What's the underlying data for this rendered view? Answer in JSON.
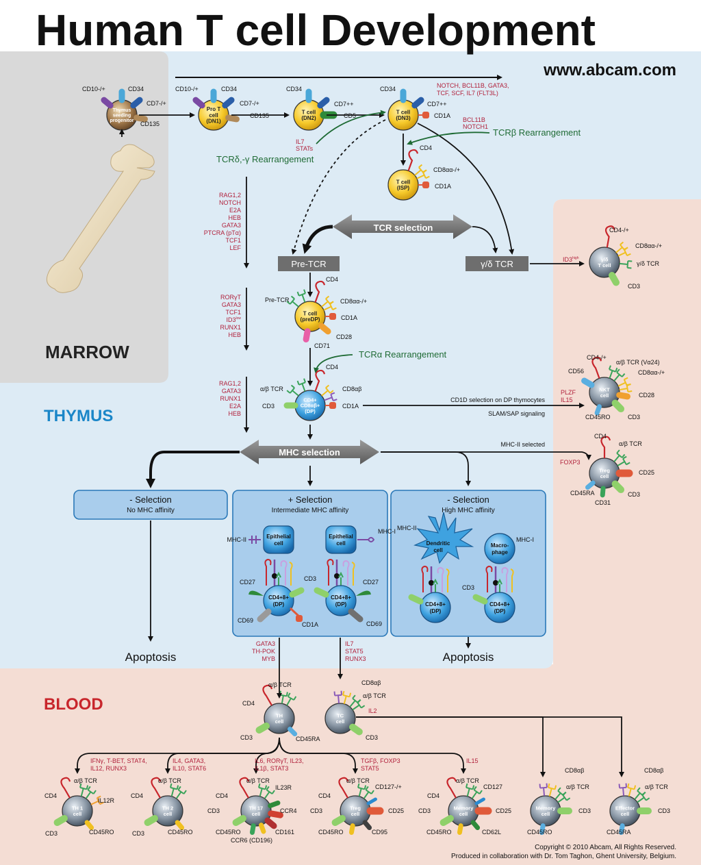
{
  "title": "Human T cell Development",
  "url": "www.abcam.com",
  "regions": {
    "marrow": "MARROW",
    "thymus": "THYMUS",
    "blood": "BLOOD"
  },
  "colors": {
    "thymus_bg": "#ddebf5",
    "blood_bg": "#f4ddd4",
    "marrow_bg": "#d9d9d9",
    "title": "#111111",
    "region_thymus": "#1a86c8",
    "region_blood": "#c8262c",
    "factor_text": "#b01f3a",
    "rearrangement": "#1f6b35",
    "pale_blue": "#a9cdec",
    "gray_box": "#6e6e6e"
  },
  "top_arrow_factors": [
    "NOTCH, BCL11B, GATA3,",
    "TCF, SCF, IL7 (FLT3L)"
  ],
  "cells": {
    "tsp": {
      "lines": [
        "Thymus",
        "seeding",
        "progenitor"
      ],
      "m1": "CD10-/+",
      "m2": "CD34",
      "m3": "CD7-/+",
      "m4": "CD135"
    },
    "dn1": {
      "lines": [
        "Pro T",
        "cell",
        "(DN1)"
      ],
      "m1": "CD10-/+",
      "m2": "CD34",
      "m3": "CD7-/+",
      "m4": "CD135"
    },
    "dn2": {
      "lines": [
        "T cell",
        "(DN2)"
      ],
      "m1": "CD34",
      "m2": "CD7++",
      "m3": "CD5"
    },
    "dn3": {
      "lines": [
        "T cell",
        "(DN3)"
      ],
      "m1": "CD34",
      "m2": "CD7++",
      "m3": "CD1A"
    },
    "isp": {
      "lines": [
        "T cell",
        "(ISP)"
      ],
      "m1": "CD4",
      "m2": "CD8αα-/+",
      "m3": "CD1A"
    },
    "predp": {
      "lines": [
        "T cell",
        "(preDP)"
      ],
      "m1": "CD4",
      "m2": "CD8αα-/+",
      "m3": "CD1A",
      "m4": "CD28",
      "m5": "CD71",
      "m6": "Pre-TCR"
    },
    "dp": {
      "lines": [
        "CD4+",
        "CD8αβ+",
        "(DP)"
      ],
      "m1": "CD4",
      "m2": "CD8αβ",
      "m3": "CD1A",
      "m4": "α/β TCR",
      "m5": "CD3"
    },
    "gd": {
      "lines": [
        "γ/δ",
        "T cell"
      ],
      "m1": "CD4-/+",
      "m2": "CD8αα-/+",
      "m3": "γ/δ TCR",
      "m4": "CD3"
    },
    "nkt": {
      "lines": [
        "NKT",
        "cell"
      ],
      "m1": "CD4-/+",
      "m2": "α/β TCR (Vα24)",
      "m3": "CD8αα-/+",
      "m4": "CD56",
      "m5": "CD28",
      "m6": "CD45RO",
      "m7": "CD3"
    },
    "treg_t": {
      "lines": [
        "Treg",
        "cell"
      ],
      "m1": "CD4",
      "m2": "α/β TCR",
      "m3": "CD25",
      "m4": "CD3",
      "m5": "CD45RA",
      "m6": "CD31"
    },
    "th": {
      "lines": [
        "TH",
        "cell"
      ],
      "m1": "α/β TCR",
      "m2": "CD4",
      "m3": "CD3",
      "m4": "CD45RA"
    },
    "tc": {
      "lines": [
        "TC",
        "cell"
      ],
      "m1": "CD8αβ",
      "m2": "α/β TCR",
      "m3": "CD3"
    },
    "th1": {
      "lines": [
        "TH 1",
        "cell"
      ],
      "m1": "α/β TCR",
      "m2": "CD4",
      "m3": "IL12R",
      "m4": "CD3",
      "m5": "CD45RO"
    },
    "th2": {
      "lines": [
        "TH 2",
        "cell"
      ],
      "m1": "α/β TCR",
      "m2": "CD4",
      "m3": "CD3",
      "m4": "CD45RO"
    },
    "th17": {
      "lines": [
        "TH 17",
        "cell"
      ],
      "m1": "α/β TCR",
      "m2": "IL23R",
      "m3": "CD4",
      "m4": "CD3",
      "m5": "CCR4",
      "m6": "CD45RO",
      "m7": "CD161",
      "m8": "CCR6 (CD196)"
    },
    "treg_b": {
      "lines": [
        "Treg",
        "cell"
      ],
      "m1": "α/β TCR",
      "m2": "CD127-/+",
      "m3": "CD4",
      "m4": "CD3",
      "m5": "CD25",
      "m6": "CD45RO",
      "m7": "CD95"
    },
    "mem4": {
      "lines": [
        "Memory",
        "cell"
      ],
      "m1": "α/β TCR",
      "m2": "CD127",
      "m3": "CD4",
      "m4": "CD3",
      "m5": "CD25",
      "m6": "CD45RO",
      "m7": "CD62L"
    },
    "mem8": {
      "lines": [
        "Memory",
        "cell"
      ],
      "m1": "CD8αβ",
      "m2": "α/β TCR",
      "m3": "CD3",
      "m4": "CD45RO"
    },
    "eff": {
      "lines": [
        "Effector",
        "cell"
      ],
      "m1": "CD8αβ",
      "m2": "α/β TCR",
      "m3": "CD3",
      "m4": "CD45RA"
    }
  },
  "factors": {
    "f1": [
      "RAG1,2",
      "NOTCH",
      "E2A",
      "HEB",
      "GATA3",
      "PTCRA (pTα)",
      "TCF1",
      "LEF"
    ],
    "f2": [
      "RORγT",
      "GATA3",
      "TCF1",
      "ID3",
      "RUNX1",
      "HEB"
    ],
    "f2_sup": "low",
    "f3": [
      "RAG1,2",
      "GATA3",
      "RUNX1",
      "E2A",
      "HEB"
    ],
    "il7stats": [
      "IL7",
      "STATs"
    ],
    "bcl": [
      "BCL11B",
      "NOTCH1"
    ],
    "id3h": "ID3",
    "id3h_sup": "high",
    "plzf": [
      "PLZF",
      "IL15"
    ],
    "foxp3": "FOXP3",
    "gata3": [
      "GATA3",
      "TH-POK",
      "MYB"
    ],
    "il7s": [
      "IL7",
      "STAT5",
      "RUNX3"
    ],
    "il2": "IL2",
    "b1": [
      "IFNγ, T-BET, STAT4,",
      "IL12, RUNX3"
    ],
    "b2": [
      "IL4, GATA3,",
      "IL10, STAT6"
    ],
    "b3": [
      "IL6, RORγT, IL23,",
      "IL1β, STAT3"
    ],
    "b4": [
      "TGFβ, FOXP3",
      "STAT5"
    ],
    "b5": "IL15"
  },
  "rearrangements": {
    "tcrdg": "TCRδ,-γ Rearrangement",
    "tcrb": "TCRβ Rearrangement",
    "tcra": "TCRα Rearrangement"
  },
  "labels": {
    "tcr_selection": "TCR selection",
    "pretcr": "Pre-TCR",
    "gdtcr": "γ/δ TCR",
    "mhc_selection": "MHC selection",
    "cd1d": "CD1D selection on DP thymocytes",
    "slam": "SLAM/SAP signaling",
    "mhc2sel": "MHC-II selected",
    "sel_neg1_t": "- Selection",
    "sel_neg1_s": "No MHC affinity",
    "sel_pos_t": "+ Selection",
    "sel_pos_s": "Intermediate MHC affinity",
    "sel_neg2_t": "- Selection",
    "sel_neg2_s": "High MHC affinity",
    "apoptosis": "Apoptosis",
    "epithelial": [
      "Epithelial",
      "cell"
    ],
    "dendritic": [
      "Dendritic",
      "cell"
    ],
    "macrophage": [
      "Macro-",
      "phage"
    ],
    "mhc2": "MHC-II",
    "mhc1": "MHC-I",
    "dpcell": [
      "CD4+8+",
      "(DP)"
    ],
    "cd27": "CD27",
    "cd3": "CD3",
    "cd69": "CD69",
    "cd1a": "CD1A"
  },
  "copyright": "Copyright © 2010 Abcam, All Rights Reserved.",
  "credit": "Produced in collaboration with Dr. Tom Taghon, Ghent University, Belgium."
}
